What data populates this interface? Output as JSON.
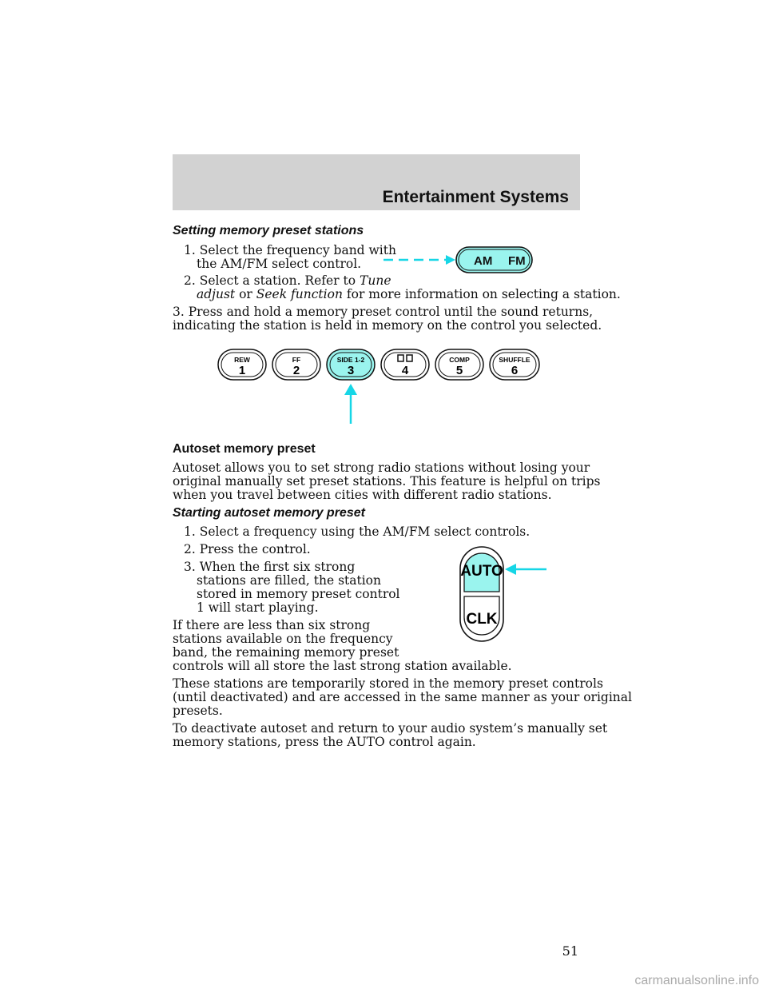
{
  "header": {
    "title": "Entertainment Systems"
  },
  "section1": {
    "heading": "Setting memory preset stations",
    "step1_line1": "1. Select the frequency band with",
    "step1_line2": "the AM/FM select control.",
    "step2_line1": "2. Select a station. Refer to",
    "step2_ref1a": "Tune",
    "step2_ref1b": "adjust",
    "step2_or": "or",
    "step2_ref2": "Seek function",
    "step2_rest": "for more information on selecting a station.",
    "step3_line1": "3. Press and hold a memory preset control until the sound returns,",
    "step3_line2": "indicating the station is held in memory on the control you selected."
  },
  "amfm_button": {
    "am": "AM",
    "fm": "FM"
  },
  "preset_buttons": [
    {
      "top": "REW",
      "num": "1"
    },
    {
      "top": "FF",
      "num": "2"
    },
    {
      "top": "SIDE 1-2",
      "num": "3"
    },
    {
      "top": "",
      "num": "4"
    },
    {
      "top": "COMP",
      "num": "5"
    },
    {
      "top": "SHUFFLE",
      "num": "6"
    }
  ],
  "section2": {
    "heading": "Autoset memory preset",
    "p1": "Autoset allows you to set strong radio stations without losing your",
    "p2": "original manually set preset stations. This feature is helpful on trips",
    "p3": "when you travel between cities with different radio stations."
  },
  "section3": {
    "heading": "Starting autoset memory preset",
    "step1": "1. Select a frequency using the AM/FM select controls.",
    "step2": "2. Press the control.",
    "step3_l1": "3. When the first six strong",
    "step3_l2": "stations are filled, the station",
    "step3_l3": "stored in memory preset control",
    "step3_l4": "1 will start playing.",
    "para_l1": "If there are less than six strong",
    "para_l2": "stations available on the frequency",
    "para_l3": "band, the remaining memory preset",
    "para_l4": "controls will all store the last strong station available.",
    "para2_l1": "These stations are temporarily stored in the memory preset controls",
    "para2_l2": "(until deactivated) and are accessed in the same manner as your original",
    "para2_l3": "presets.",
    "para3_l1": "To deactivate autoset and return to your audio system’s manually set",
    "para3_l2": "memory stations, press the AUTO control again."
  },
  "auto_clk_button": {
    "auto": "AUTO",
    "clk": "CLK"
  },
  "page_number": "51",
  "watermark": "carmanualsonline.info",
  "colors": {
    "highlight": "#8ff3ee",
    "arrow": "#16d6e6",
    "band": "#d2d2d2"
  }
}
